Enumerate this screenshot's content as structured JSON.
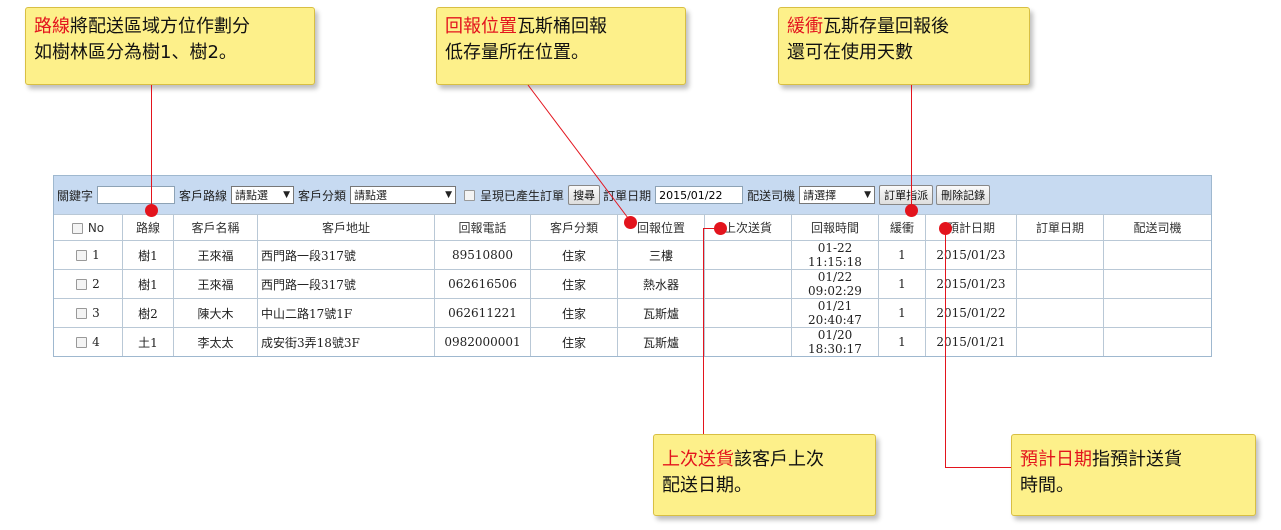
{
  "callouts": {
    "route": {
      "hl": "路線",
      "text1": "將配送區域方位作劃分",
      "text2": "如樹林區分為樹1、樹2。"
    },
    "location": {
      "hl": "回報位置",
      "text1": "瓦斯桶回報",
      "text2": "低存量所在位置。"
    },
    "buffer": {
      "hl": "緩衝",
      "text1": "瓦斯存量回報後",
      "text2": "還可在使用天數"
    },
    "last_delivery": {
      "hl": "上次送貨",
      "text1": "該客戶上次",
      "text2": "配送日期。"
    },
    "expected_date": {
      "hl": "預計日期",
      "text1": "指預計送貨",
      "text2": "時間。"
    }
  },
  "toolbar": {
    "keyword_label": "關鍵字",
    "keyword_value": "",
    "route_label": "客戶路線",
    "route_select": "請點選",
    "category_label": "客戶分類",
    "category_select": "請點選",
    "show_generated_label": "呈現已產生訂單",
    "search_button": "搜尋",
    "order_date_label": "訂單日期",
    "order_date_value": "2015/01/22",
    "driver_label": "配送司機",
    "driver_select": "請選擇",
    "assign_button": "訂單指派",
    "delete_button": "刪除記錄"
  },
  "table": {
    "headers": [
      "No",
      "路線",
      "客戶名稱",
      "客戶地址",
      "回報電話",
      "客戶分類",
      "回報位置",
      "上次送貨",
      "回報時間",
      "緩衝",
      "預計日期",
      "訂單日期",
      "配送司機"
    ],
    "rows": [
      [
        "1",
        "樹1",
        "王來福",
        "西門路一段317號",
        "89510800",
        "住家",
        "三樓",
        "",
        "01-22 11:15:18",
        "1",
        "2015/01/23",
        "",
        ""
      ],
      [
        "2",
        "樹1",
        "王來福",
        "西門路一段317號",
        "062616506",
        "住家",
        "熱水器",
        "",
        "01/22 09:02:29",
        "1",
        "2015/01/23",
        "",
        ""
      ],
      [
        "3",
        "樹2",
        "陳大木",
        "中山二路17號1F",
        "062611221",
        "住家",
        "瓦斯爐",
        "",
        "01/21 20:40:47",
        "1",
        "2015/01/22",
        "",
        ""
      ],
      [
        "4",
        "土1",
        "李太太",
        "成安街3弄18號3F",
        "0982000001",
        "住家",
        "瓦斯爐",
        "",
        "01/20 18:30:17",
        "1",
        "2015/01/21",
        "",
        ""
      ]
    ]
  },
  "colors": {
    "accent": "#e3141d",
    "callout_bg": "#fdf08a",
    "toolbar_bg": "#c7daf1"
  }
}
